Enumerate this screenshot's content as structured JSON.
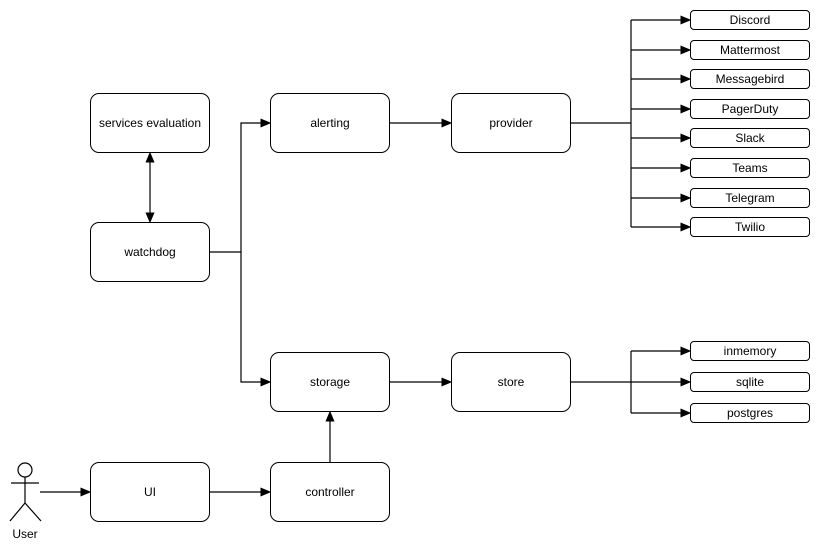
{
  "diagram": {
    "colors": {
      "background": "#ffffff",
      "stroke": "#000000",
      "text": "#000000"
    },
    "nodes": {
      "services_evaluation": "services evaluation",
      "watchdog": "watchdog",
      "alerting": "alerting",
      "provider": "provider",
      "storage": "storage",
      "store": "store",
      "ui": "UI",
      "controller": "controller"
    },
    "provider_targets": [
      "Discord",
      "Mattermost",
      "Messagebird",
      "PagerDuty",
      "Slack",
      "Teams",
      "Telegram",
      "Twilio"
    ],
    "store_targets": [
      "inmemory",
      "sqlite",
      "postgres"
    ],
    "actor_label": "User"
  }
}
